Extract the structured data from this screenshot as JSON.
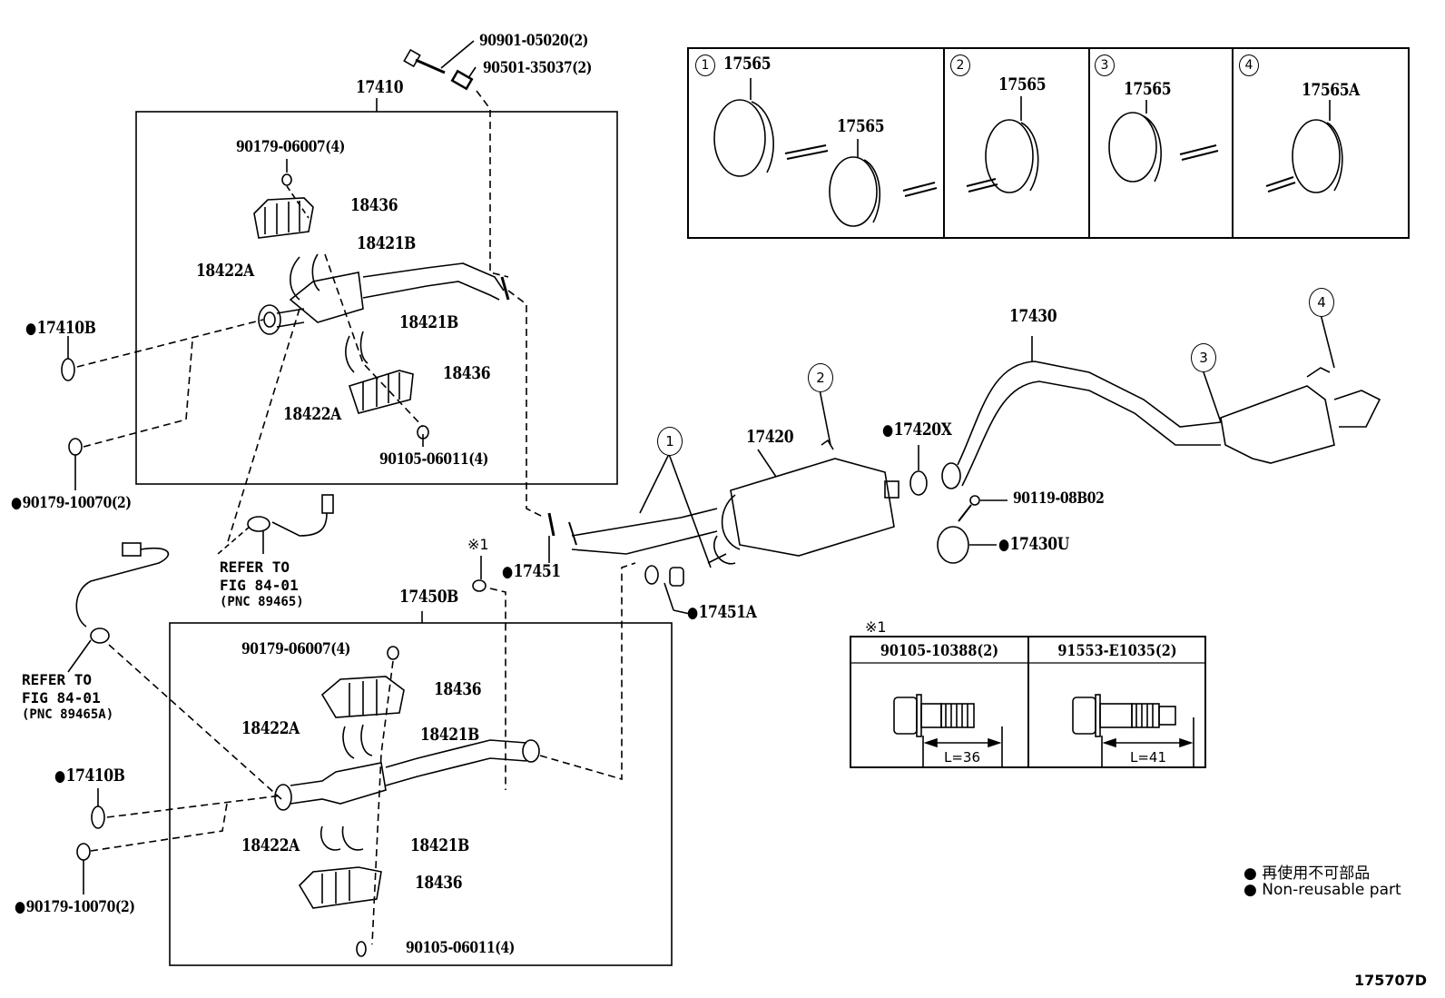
{
  "figure_id": "175707D",
  "groups": {
    "front_pipe_upper": {
      "assembly": "17410"
    },
    "front_pipe_lower": {
      "assembly": "17450B"
    }
  },
  "labels": {
    "bolt_top": "90901-05020(2)",
    "spring_top": "90501-35037(2)",
    "asm_17410": "17410",
    "nut_upper": "90179-06007(4)",
    "insulator_upper_1": "18436",
    "bracket_upper_1": "18421B",
    "clamp_upper_1": "18422A",
    "gasket_upper": "17410B",
    "bracket_upper_2": "18421B",
    "insulator_upper_2": "18436",
    "clamp_upper_2": "18422A",
    "bolt_upper": "90105-06011(4)",
    "nut_upper_bottom": "90179-10070(2)",
    "sensor_ref_1": [
      "REFER TO",
      "FIG 84-01",
      "(PNC 89465)"
    ],
    "sensor_ref_2": [
      "REFER TO",
      "FIG 84-01",
      "(PNC 89465A)"
    ],
    "note_mark": "※1",
    "gasket_17451": "17451",
    "asm_17450b": "17450B",
    "nut_lower": "90179-06007(4)",
    "insulator_lower_1": "18436",
    "clamp_lower_1": "18422A",
    "bracket_lower_1": "18421B",
    "gasket_lower": "17410B",
    "nut_lower_bottom": "90179-10070(2)",
    "clamp_lower_2": "18422A",
    "bracket_lower_2": "18421B",
    "insulator_lower_2": "18436",
    "bolt_lower": "90105-06011(4)",
    "center_muffler": "17420",
    "gasket_17420x": "17420X",
    "tail_pipe": "17430",
    "bolt_90119": "90119-08B02",
    "clamp_17430u": "17430U",
    "gasket_17451a": "17451A"
  },
  "callouts": [
    "1",
    "2",
    "3",
    "4"
  ],
  "hanger_inset": [
    {
      "num": "1",
      "parts": [
        "17565",
        "17565"
      ]
    },
    {
      "num": "2",
      "parts": [
        "17565"
      ]
    },
    {
      "num": "3",
      "parts": [
        "17565"
      ]
    },
    {
      "num": "4",
      "parts": [
        "17565A"
      ]
    }
  ],
  "bolt_table": {
    "mark": "※1",
    "columns": [
      {
        "part": "90105-10388(2)",
        "length": "L=36"
      },
      {
        "part": "91553-E1035(2)",
        "length": "L=41"
      }
    ]
  },
  "legend": {
    "jp": "再使用不可部品",
    "en": "Non-reusable part"
  }
}
